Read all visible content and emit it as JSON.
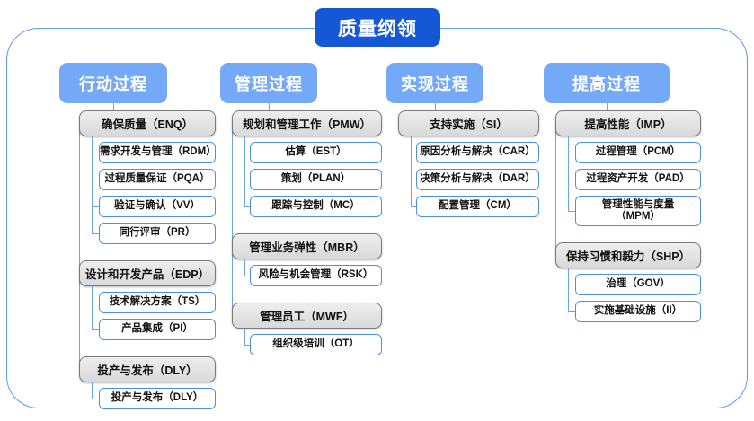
{
  "diagram": {
    "title": "质量纲领",
    "frame_color": "#5b9bf0",
    "title_color": "#1558d6",
    "header_color": "#74a9f7",
    "category_color": "#d9d9d9",
    "item_border_color": "#4a90e8",
    "connector_color": "#6aa5ef"
  },
  "columns": [
    {
      "header": "行动过程",
      "categories": [
        {
          "label": "确保质量（ENQ）",
          "items": [
            "需求开发与管理（RDM）",
            "过程质量保证（PQA）",
            "验证与确认（VV）",
            "同行评审（PR）"
          ]
        },
        {
          "label": "设计和开发产品（EDP）",
          "items": [
            "技术解决方案（TS）",
            "产品集成（PI）"
          ]
        },
        {
          "label": "投产与发布（DLY）",
          "items": [
            "投产与发布（DLY）"
          ]
        }
      ]
    },
    {
      "header": "管理过程",
      "categories": [
        {
          "label": "规划和管理工作（PMW）",
          "items": [
            "估算（EST）",
            "策划（PLAN）",
            "跟踪与控制（MC）"
          ]
        },
        {
          "label": "管理业务弹性（MBR）",
          "items": [
            "风险与机会管理（RSK）"
          ]
        },
        {
          "label": "管理员工（MWF）",
          "items": [
            "组织级培训（OT）"
          ]
        }
      ]
    },
    {
      "header": "实现过程",
      "categories": [
        {
          "label": "支持实施（SI）",
          "items": [
            "原因分析与解决（CAR）",
            "决策分析与解决（DAR）",
            "配置管理（CM）"
          ]
        }
      ]
    },
    {
      "header": "提高过程",
      "categories": [
        {
          "label": "提高性能（IMP）",
          "items": [
            "过程管理（PCM）",
            "过程资产开发（PAD）",
            "管理性能与度量\n（MPM）"
          ]
        },
        {
          "label": "保持习惯和毅力（SHP）",
          "items": [
            "治理（GOV）",
            "实施基础设施（II）"
          ]
        }
      ]
    }
  ]
}
